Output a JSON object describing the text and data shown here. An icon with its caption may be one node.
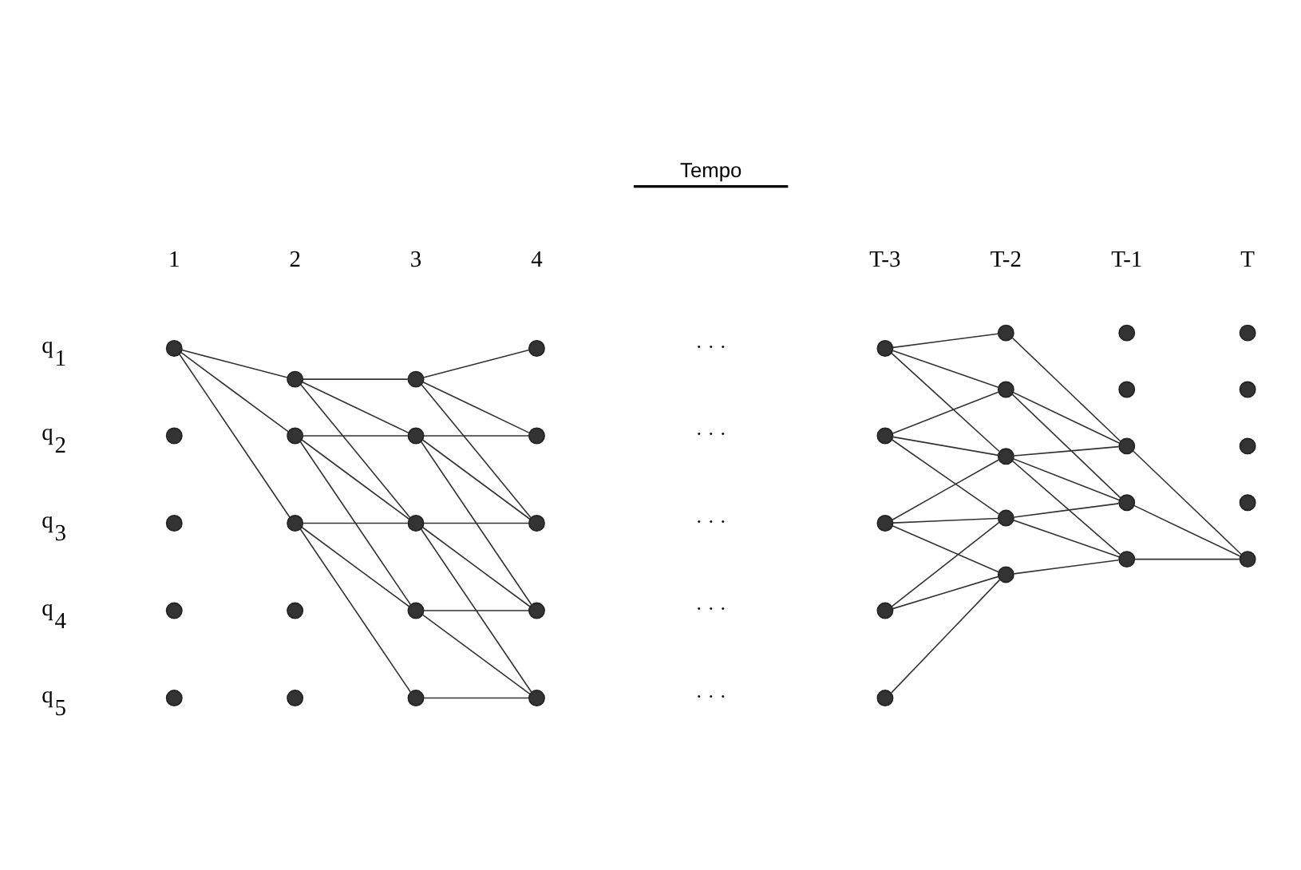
{
  "diagram": {
    "nodes": [
      {
        "text": [],
        "shape": "circle"
      },
      {
        "text": [],
        "shape": "circle"
      },
      {
        "text": [],
        "shape": "circle"
      },
      {
        "text": [],
        "shape": "circle"
      },
      {
        "text": [],
        "shape": "circle"
      },
      {
        "text": [],
        "shape": "circle"
      },
      {
        "text": [],
        "shape": "circle"
      },
      {
        "text": [],
        "shape": "circle"
      },
      {
        "text": [],
        "shape": "circle"
      },
      {
        "text": [],
        "shape": "circle"
      },
      {
        "text": [],
        "shape": "circle"
      },
      {
        "text": [],
        "shape": "circle"
      },
      {
        "text": [],
        "shape": "circle"
      },
      {
        "text": [],
        "shape": "circle"
      },
      {
        "text": [],
        "shape": "circle"
      },
      {
        "text": [],
        "shape": "circle"
      },
      {
        "text": [],
        "shape": "circle"
      },
      {
        "text": [],
        "shape": "circle"
      },
      {
        "text": [],
        "shape": "circle"
      },
      {
        "text": [],
        "shape": "circle"
      },
      {
        "text": [],
        "shape": "circle"
      },
      {
        "text": [],
        "shape": "circle"
      },
      {
        "text": [],
        "shape": "circle"
      },
      {
        "text": [],
        "shape": "circle"
      },
      {
        "text": [],
        "shape": "circle"
      },
      {
        "text": [],
        "shape": "circle"
      },
      {
        "text": [],
        "shape": "circle"
      },
      {
        "text": [],
        "shape": "circle"
      },
      {
        "text": [],
        "shape": "circle"
      },
      {
        "text": [],
        "shape": "circle"
      },
      {
        "text": [],
        "shape": "circle"
      },
      {
        "text": [],
        "shape": "circle"
      },
      {
        "text": [],
        "shape": "circle"
      },
      {
        "text": [],
        "shape": "circle"
      },
      {
        "text": [],
        "shape": "circle"
      },
      {
        "text": [],
        "shape": "circle"
      },
      {
        "text": [],
        "shape": "circle"
      },
      {
        "text": [],
        "shape": "circle"
      },
      {
        "text": [],
        "shape": "circle"
      },
      {
        "text": [],
        "shape": "circle"
      }
    ],
    "edges": [
      {
        "from": 0,
        "to": 5,
        "arrow": "none"
      },
      {
        "from": 0,
        "to": 6,
        "arrow": "none"
      },
      {
        "from": 0,
        "to": 7,
        "arrow": "none"
      },
      {
        "from": 5,
        "to": 10,
        "arrow": "none"
      },
      {
        "from": 5,
        "to": 11,
        "arrow": "none"
      },
      {
        "from": 5,
        "to": 12,
        "arrow": "none"
      },
      {
        "from": 6,
        "to": 11,
        "arrow": "none"
      },
      {
        "from": 6,
        "to": 12,
        "arrow": "none"
      },
      {
        "from": 6,
        "to": 13,
        "arrow": "none"
      },
      {
        "from": 7,
        "to": 12,
        "arrow": "none"
      },
      {
        "from": 7,
        "to": 13,
        "arrow": "none"
      },
      {
        "from": 7,
        "to": 14,
        "arrow": "none"
      },
      {
        "from": 10,
        "to": 15,
        "arrow": "none"
      },
      {
        "from": 10,
        "to": 16,
        "arrow": "none"
      },
      {
        "from": 10,
        "to": 17,
        "arrow": "none"
      },
      {
        "from": 11,
        "to": 16,
        "arrow": "none"
      },
      {
        "from": 11,
        "to": 17,
        "arrow": "none"
      },
      {
        "from": 11,
        "to": 18,
        "arrow": "none"
      },
      {
        "from": 12,
        "to": 17,
        "arrow": "none"
      },
      {
        "from": 12,
        "to": 18,
        "arrow": "none"
      },
      {
        "from": 12,
        "to": 19,
        "arrow": "none"
      },
      {
        "from": 13,
        "to": 18,
        "arrow": "none"
      },
      {
        "from": 13,
        "to": 19,
        "arrow": "none"
      },
      {
        "from": 14,
        "to": 19,
        "arrow": "none"
      },
      {
        "from": 20,
        "to": 25,
        "arrow": "none"
      },
      {
        "from": 20,
        "to": 26,
        "arrow": "none"
      },
      {
        "from": 20,
        "to": 27,
        "arrow": "none"
      },
      {
        "from": 21,
        "to": 26,
        "arrow": "none"
      },
      {
        "from": 21,
        "to": 27,
        "arrow": "none"
      },
      {
        "from": 21,
        "to": 28,
        "arrow": "none"
      },
      {
        "from": 22,
        "to": 27,
        "arrow": "none"
      },
      {
        "from": 22,
        "to": 28,
        "arrow": "none"
      },
      {
        "from": 22,
        "to": 29,
        "arrow": "none"
      },
      {
        "from": 23,
        "to": 28,
        "arrow": "none"
      },
      {
        "from": 23,
        "to": 29,
        "arrow": "none"
      },
      {
        "from": 24,
        "to": 29,
        "arrow": "none"
      },
      {
        "from": 25,
        "to": 32,
        "arrow": "none"
      },
      {
        "from": 26,
        "to": 32,
        "arrow": "none"
      },
      {
        "from": 26,
        "to": 33,
        "arrow": "none"
      },
      {
        "from": 27,
        "to": 32,
        "arrow": "none"
      },
      {
        "from": 27,
        "to": 33,
        "arrow": "none"
      },
      {
        "from": 27,
        "to": 34,
        "arrow": "none"
      },
      {
        "from": 28,
        "to": 33,
        "arrow": "none"
      },
      {
        "from": 28,
        "to": 34,
        "arrow": "none"
      },
      {
        "from": 29,
        "to": 34,
        "arrow": "none"
      },
      {
        "from": 32,
        "to": 39,
        "arrow": "none"
      },
      {
        "from": 33,
        "to": 39,
        "arrow": "none"
      },
      {
        "from": 34,
        "to": 39,
        "arrow": "none"
      }
    ],
    "labels": [
      "Tempo",
      "1",
      "2",
      "3",
      "4",
      "T-3",
      "T-2",
      "T-1",
      "T",
      "q$_{1}$",
      "q$_{2}$",
      "q$_{3}$",
      "q$_{4}$",
      "q$_{5}$",
      "· · ·",
      "· · ·",
      "· · ·",
      "· · ·",
      "· · ·"
    ]
  }
}
